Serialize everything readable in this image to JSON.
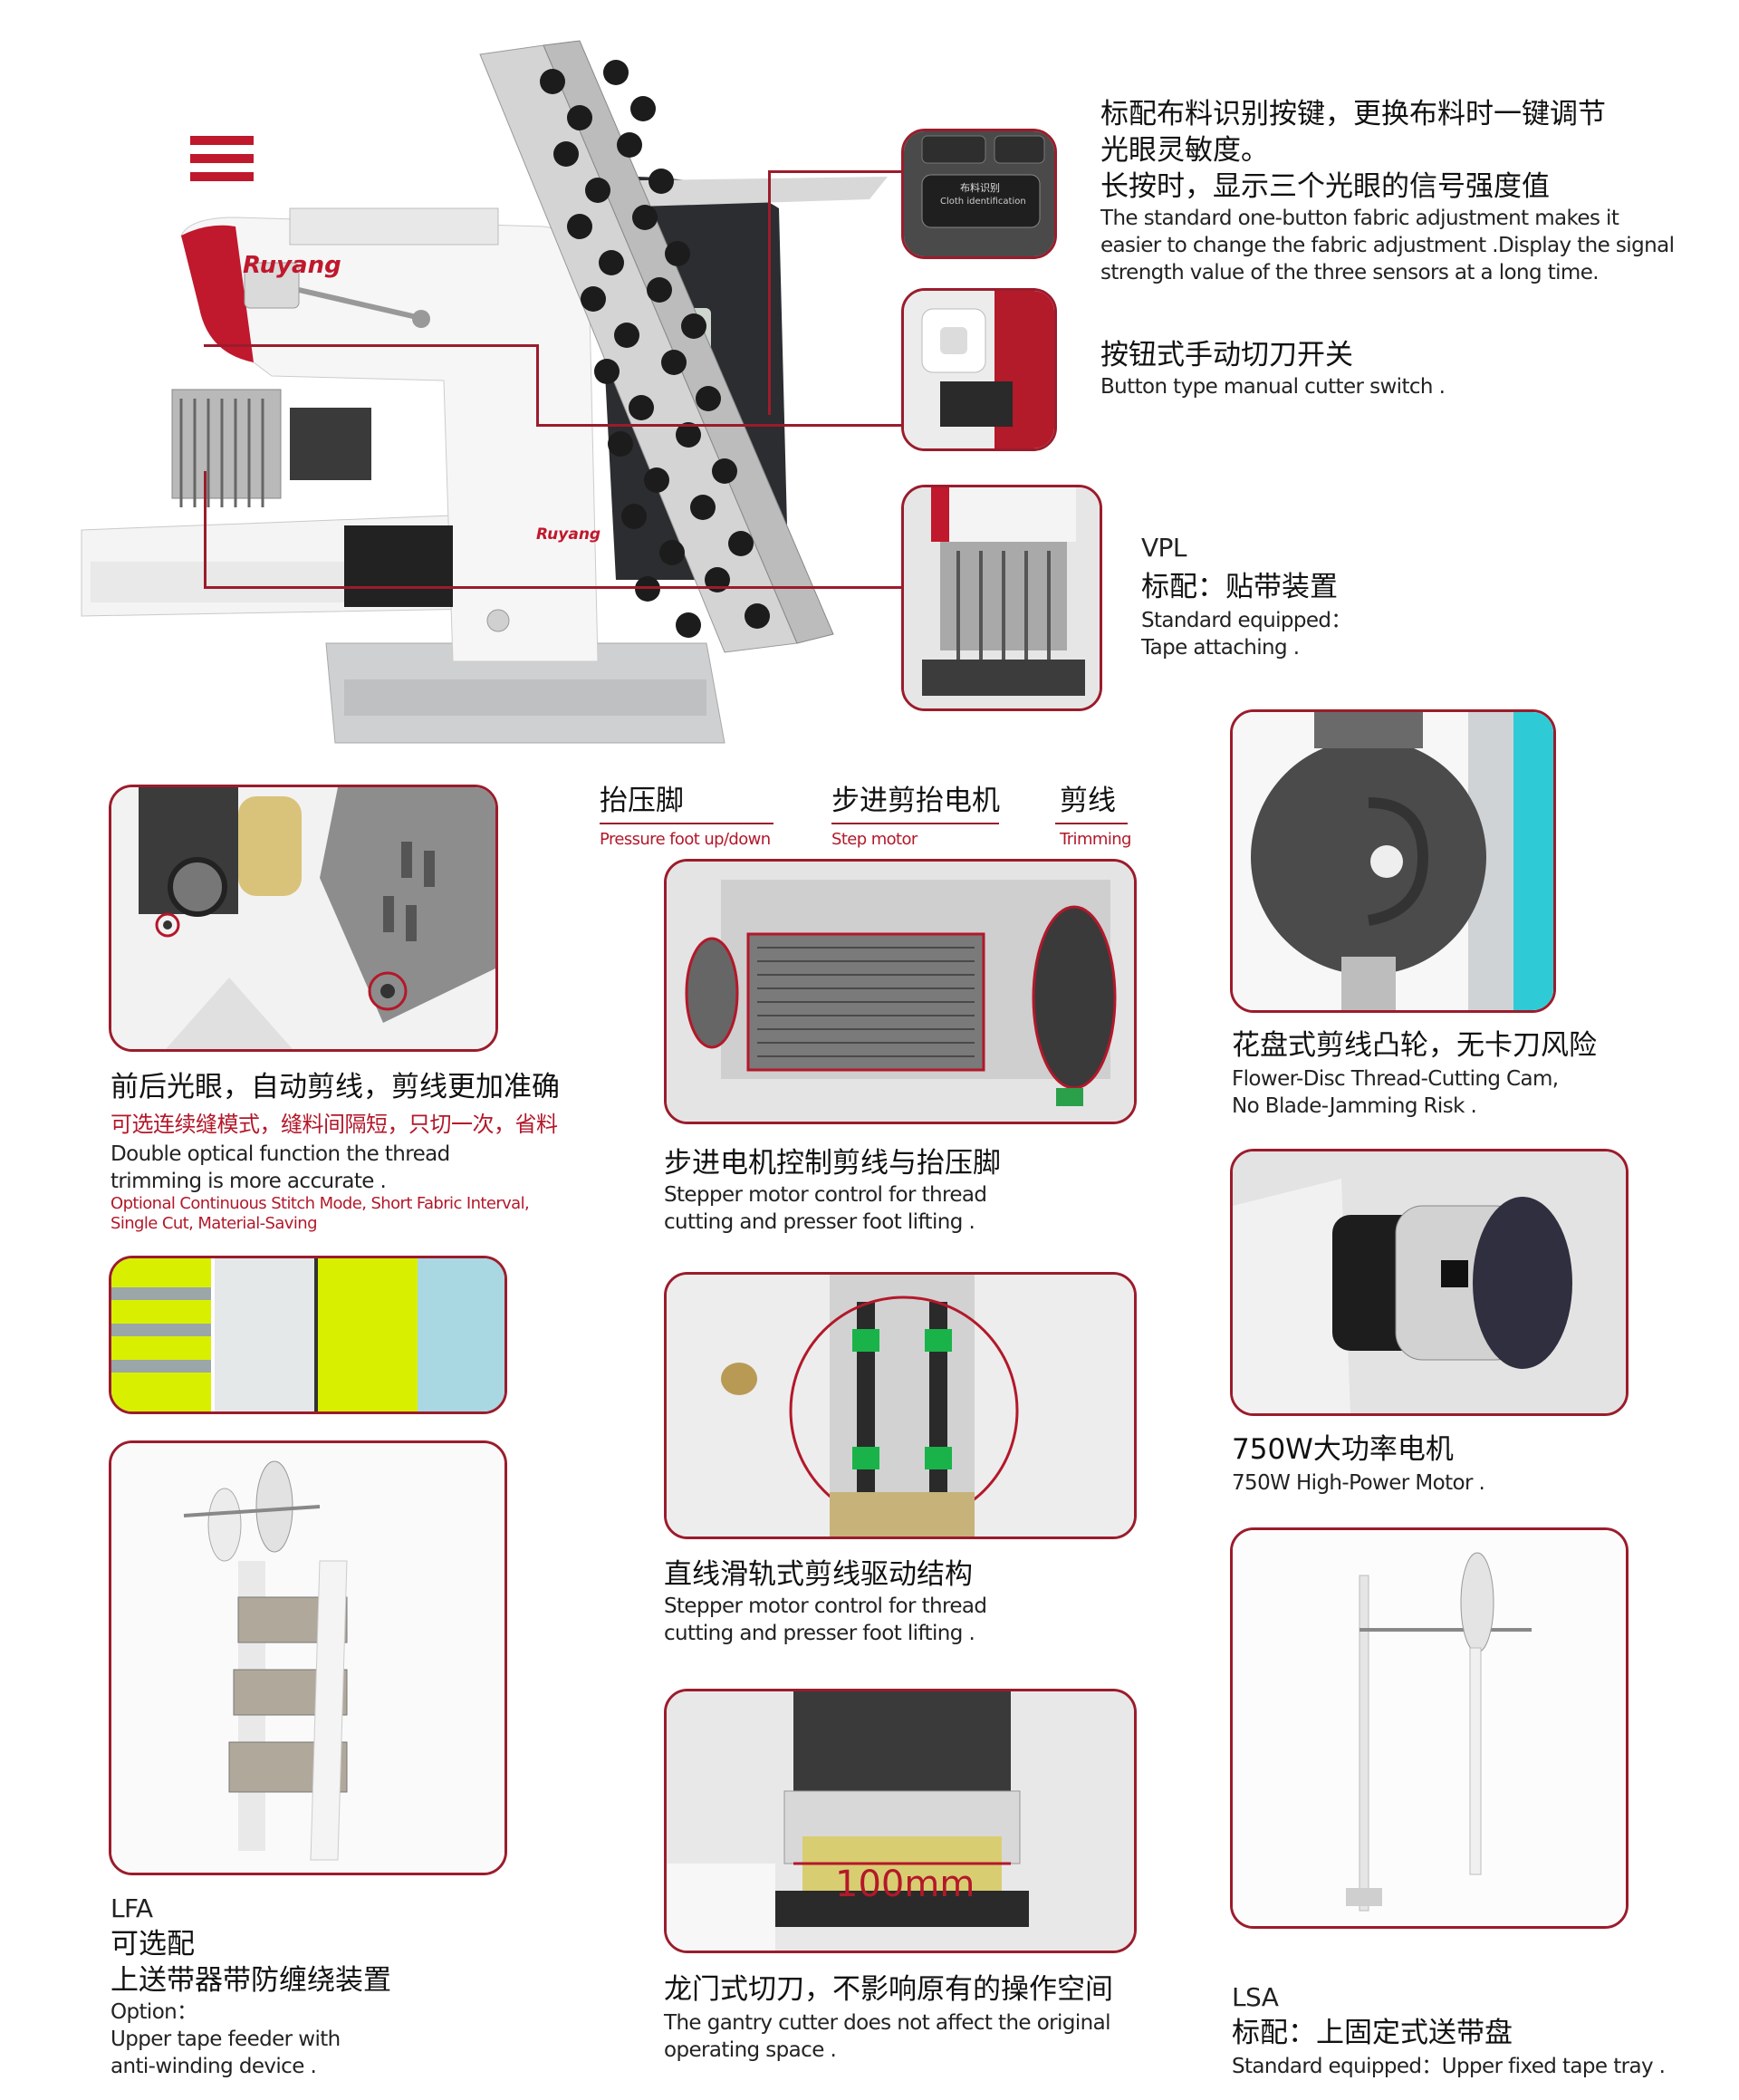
{
  "brand": "Ruyang",
  "machine": {
    "panel_label_cn": "布料识别",
    "panel_label_en": "Cloth identification"
  },
  "features": {
    "cloth_button": {
      "cn_line1": "标配布料识别按键，更换布料时一键调节",
      "cn_line2": "光眼灵敏度。",
      "cn_line3": "长按时，显示三个光眼的信号强度值",
      "en_line1": "The standard one-button fabric adjustment makes it",
      "en_line2": "easier to change the fabric adjustment .Display the signal",
      "en_line3": "strength value of the three sensors at a long time."
    },
    "cutter_switch": {
      "cn": "按钮式手动切刀开关",
      "en": "Button type manual cutter switch ."
    },
    "vpl": {
      "code": "VPL",
      "cn": "标配：贴带装置",
      "en_line1": "Standard equipped：",
      "en_line2": "Tape attaching ."
    },
    "optical_eye": {
      "cn": "前后光眼，自动剪线，剪线更加准确",
      "cn_red": "可选连续缝模式，缝料间隔短，只切一次，省料",
      "en_line1": "Double optical function the thread",
      "en_line2": "trimming is more accurate .",
      "en_red_line1": "Optional Continuous Stitch Mode, Short Fabric Interval,",
      "en_red_line2": "Single Cut, Material-Saving"
    },
    "stepper_labels": {
      "presser_cn": "抬压脚",
      "presser_en": "Pressure foot up/down",
      "step_cn": "步进剪抬电机",
      "step_en": "Step motor",
      "trim_cn": "剪线",
      "trim_en": "Trimming"
    },
    "stepper_control": {
      "cn": "步进电机控制剪线与抬压脚",
      "en_line1": "Stepper motor control for thread",
      "en_line2": "cutting and presser foot lifting ."
    },
    "flower_cam": {
      "cn": "花盘式剪线凸轮，无卡刀风险",
      "en_line1": "Flower-Disc Thread-Cutting Cam,",
      "en_line2": "No Blade-Jamming Risk ."
    },
    "linear_rail": {
      "cn": "直线滑轨式剪线驱动结构",
      "en_line1": "Stepper motor control for thread",
      "en_line2": "cutting and presser foot lifting ."
    },
    "motor": {
      "cn": "750W大功率电机",
      "en": "750W High-Power Motor ."
    },
    "gantry": {
      "measure": "100mm",
      "cn": "龙门式切刀，不影响原有的操作空间",
      "en_line1": "The gantry cutter does not affect the original",
      "en_line2": "operating space ."
    },
    "lfa": {
      "code": "LFA",
      "cn_line1": "可选配",
      "cn_line2": "上送带器带防缠绕装置",
      "en_line1": "Option：",
      "en_line2": "Upper tape feeder with",
      "en_line3": "anti-winding device ."
    },
    "lsa": {
      "code": "LSA",
      "cn": "标配：上固定式送带盘",
      "en": "Standard equipped：Upper fixed tape tray ."
    }
  },
  "colors": {
    "accent": "#9b1c2c",
    "machine_red": "#c0182c",
    "tape_yellow": "#d8f000"
  }
}
